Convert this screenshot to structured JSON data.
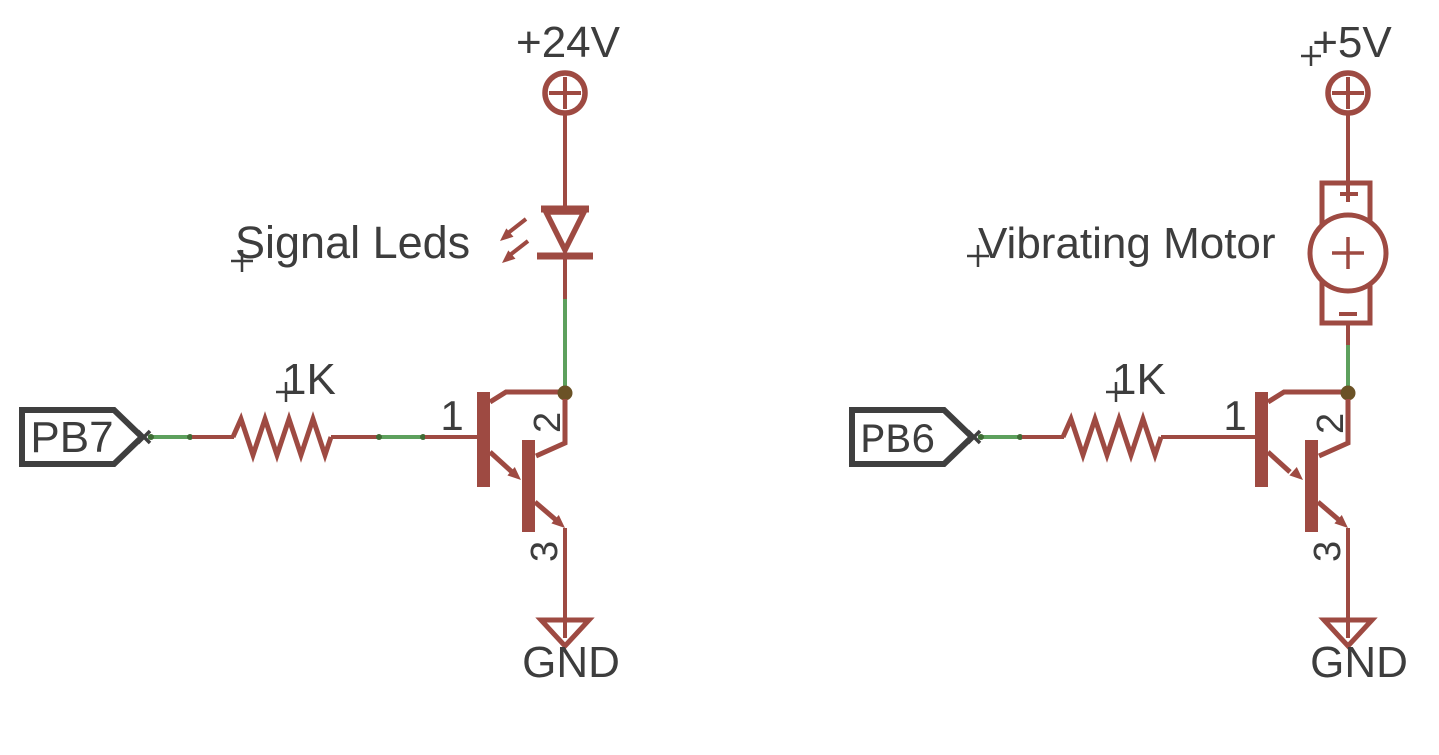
{
  "left_circuit": {
    "supply_label": "+24V",
    "component_label": "Signal Leds",
    "input_label": "PB7",
    "resistor_value": "1K",
    "ground_label": "GND",
    "pins": {
      "base": "1",
      "collector": "2",
      "emitter": "3"
    }
  },
  "right_circuit": {
    "supply_label": "+5V",
    "component_label": "Vibrating Motor",
    "input_label": "PB6",
    "resistor_value": "1K",
    "ground_label": "GND",
    "pins": {
      "base": "1",
      "collector": "2",
      "emitter": "3"
    }
  },
  "colors": {
    "symbol_stroke": "#9e4a42",
    "net_wire": "#5da05d",
    "junction_dot": "#6b5226",
    "label_text": "#3d3d3d",
    "flag_outline": "#3f3f3f",
    "background": "#ffffff"
  }
}
